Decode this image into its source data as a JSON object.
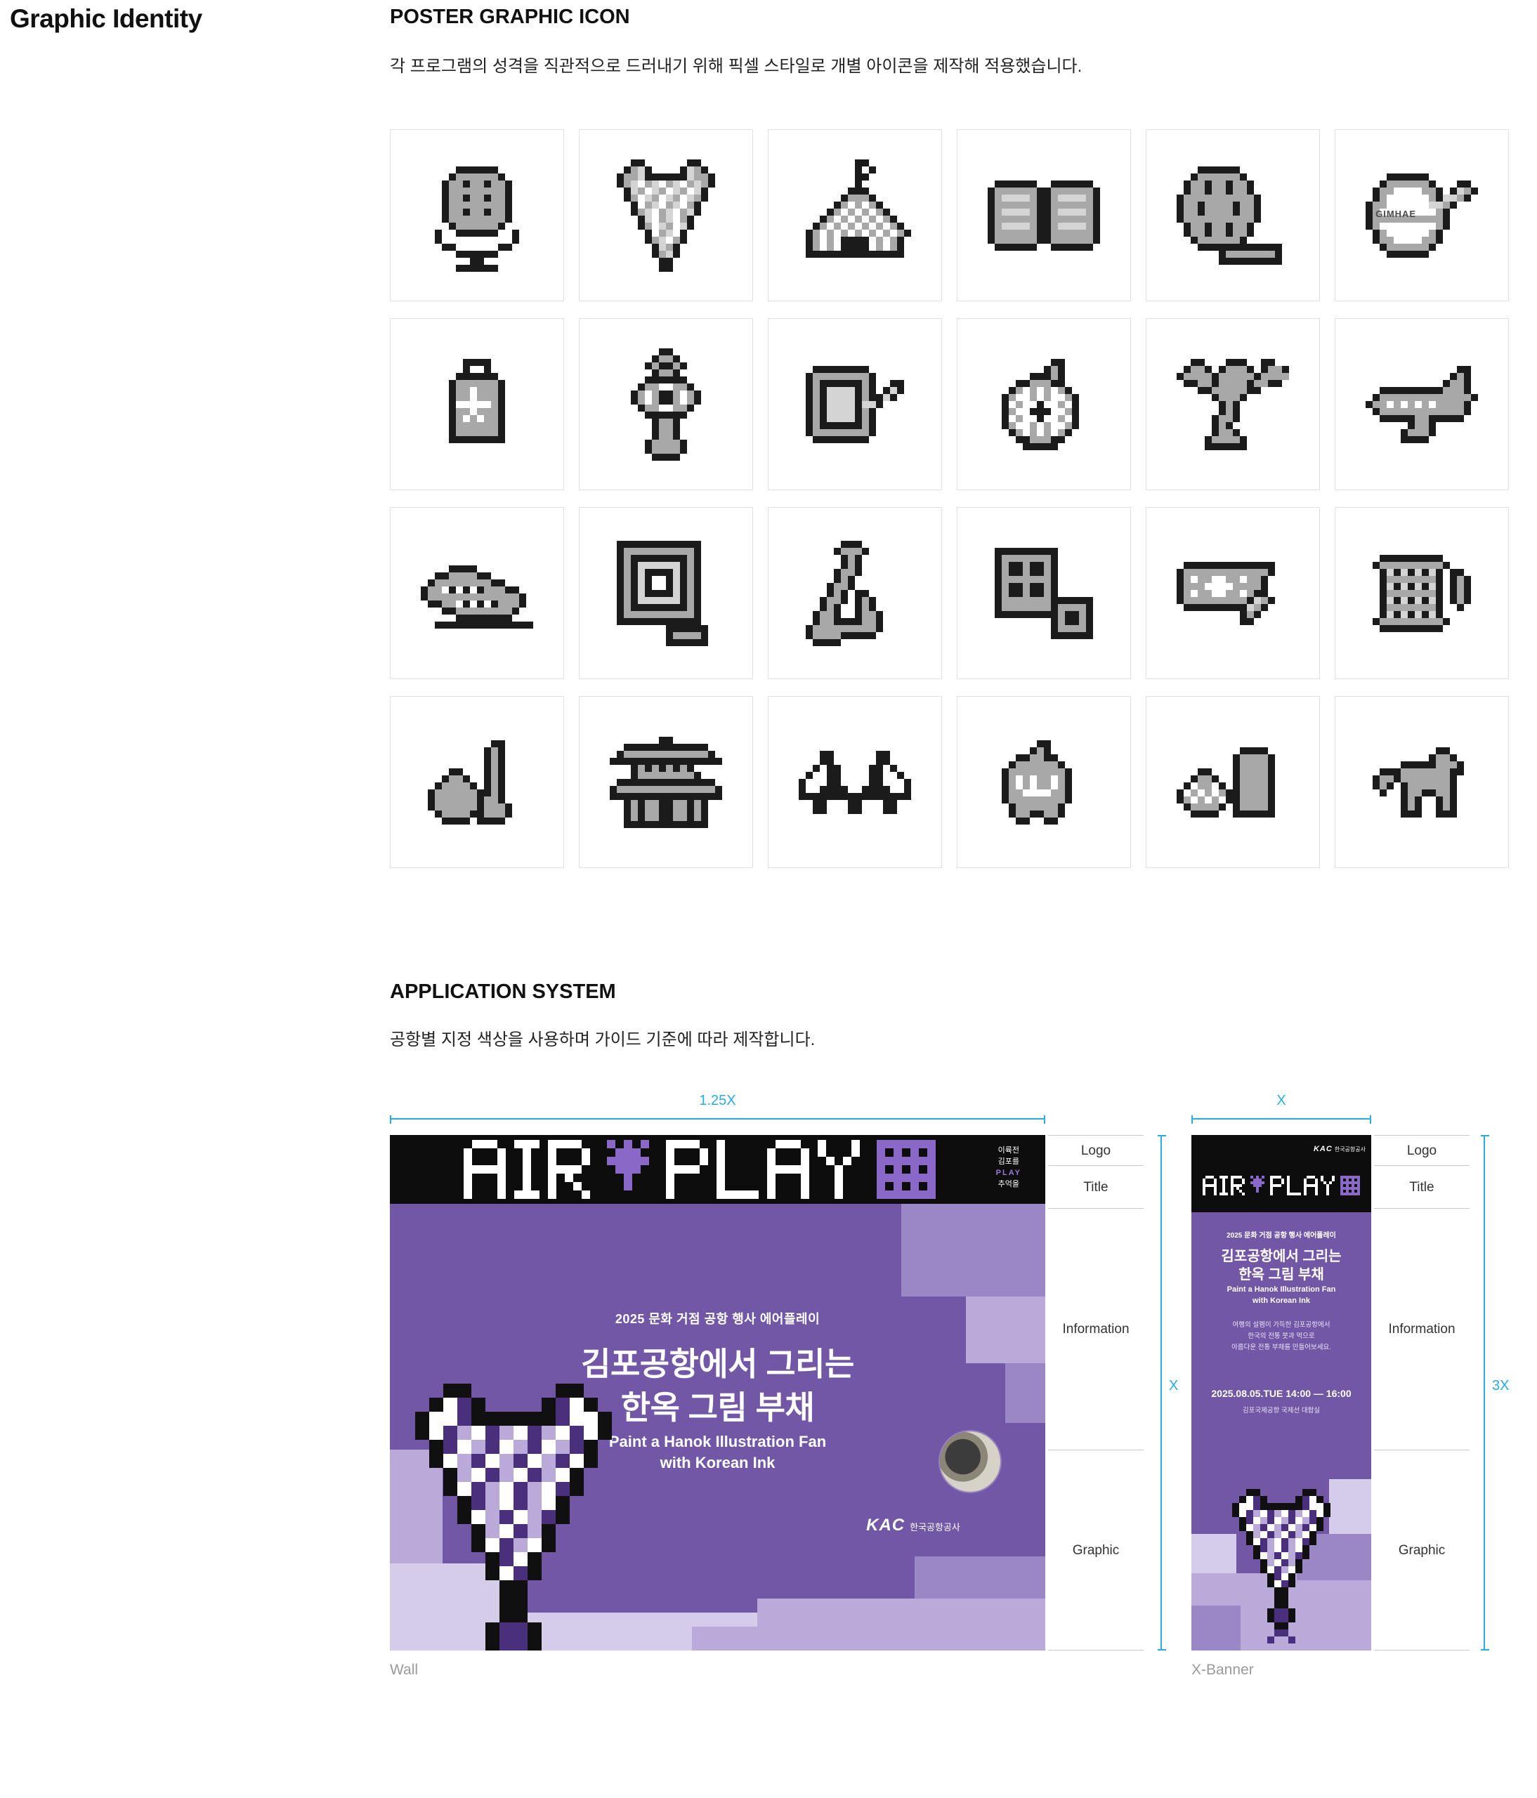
{
  "page": {
    "heading": "Graphic Identity"
  },
  "poster_icon_section": {
    "title": "POSTER GRAPHIC ICON",
    "description": "각 프로그램의 성격을 직관적으로 드러내기 위해 픽셀 스타일로 개별 아이콘을 제작해 적용했습니다."
  },
  "application_section": {
    "title": "APPLICATION SYSTEM",
    "description": "공항별 지정 색상을 사용하며 가이드 기준에 따라 제작합니다."
  },
  "icons": [
    {
      "name": "microphone-icon"
    },
    {
      "name": "folding-fan-icon"
    },
    {
      "name": "tent-icon"
    },
    {
      "name": "open-book-icon"
    },
    {
      "name": "film-reel-icon"
    },
    {
      "name": "gimhae-stamp-icon",
      "label": "GIMHAE"
    },
    {
      "name": "luggage-tag-icon"
    },
    {
      "name": "korean-knot-icon"
    },
    {
      "name": "brush-pot-icon"
    },
    {
      "name": "citrus-slice-icon"
    },
    {
      "name": "palm-tree-icon"
    },
    {
      "name": "airplane-icon"
    },
    {
      "name": "gayageum-icon"
    },
    {
      "name": "gate-door-icon"
    },
    {
      "name": "saxophone-icon"
    },
    {
      "name": "speaker-icon"
    },
    {
      "name": "ticket-pencil-icon"
    },
    {
      "name": "thread-spool-icon"
    },
    {
      "name": "dipper-jar-icon"
    },
    {
      "name": "hanok-pavilion-icon"
    },
    {
      "name": "bridge-icon"
    },
    {
      "name": "apple-icon"
    },
    {
      "name": "lotus-book-icon"
    },
    {
      "name": "horse-icon"
    }
  ],
  "annotation_labels": [
    "Logo",
    "Title",
    "Information",
    "Graphic"
  ],
  "wall_poster": {
    "caption": "Wall",
    "width_label": "1.25X",
    "height_label": "X",
    "logo_text": "AIR PLAY",
    "logo_tagline_lines": [
      "이륙전",
      "김포를",
      "PLAY",
      "추억을"
    ],
    "eyebrow": "2025 문화 거점 공항 행사 에어플레이",
    "title_line1": "김포공항에서 그리는",
    "title_line2": "한옥 그림 부채",
    "subtitle_line1": "Paint a Hanok Illustration Fan",
    "subtitle_line2": "with Korean Ink",
    "kac_mark": "KAC",
    "kac_text": "한국공항공사"
  },
  "xbanner_poster": {
    "caption": "X-Banner",
    "width_label": "X",
    "height_label": "3X",
    "kac_mark": "KAC",
    "kac_text": "한국공항공사",
    "eyebrow": "2025 문화 거점 공항 행사 에어플레이",
    "title_line1": "김포공항에서 그리는",
    "title_line2": "한옥 그림 부채",
    "subtitle_line1": "Paint a Hanok Illustration Fan",
    "subtitle_line2": "with Korean Ink",
    "info_lines": [
      "여행의 설렘이 가득한 김포공항에서",
      "한국의 전통 붓과 먹으로",
      "아름다운 전통 부채를 만들어보세요."
    ],
    "datetime": "2025.08.05.TUE 14:00 — 16:00",
    "location": "김포국제공항 국제선 대합실"
  },
  "colors": {
    "accent_cyan": "#29ABE2",
    "poster_purple": "#7257A6",
    "poster_purple_light1": "#9B87C6",
    "poster_purple_light2": "#B9AAD9",
    "poster_purple_light3": "#D5CCE9",
    "poster_black": "#0D0D0D",
    "icon_gray": "#A8A8A8"
  }
}
